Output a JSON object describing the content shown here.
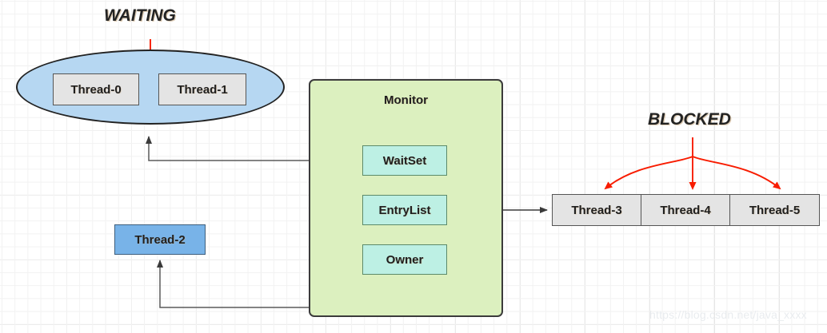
{
  "diagram": {
    "title_waiting": "WAITING",
    "title_blocked": "BLOCKED",
    "watermark": "https://blog.csdn.net/java_xxxx",
    "colors": {
      "waiting_ellipse_fill": "#b6d7f2",
      "monitor_fill": "#dcf0bf",
      "monitor_item_fill": "#bdf0e4",
      "thread_chip_fill": "#e4e4e4",
      "owner_thread_fill": "#78b3e8",
      "arrow_red": "#f81c00",
      "arrow_dark": "#3a3a3a",
      "grid_line": "#e2e2e2"
    }
  },
  "waiting_group": {
    "label": "WAITING",
    "threads": [
      {
        "name": "Thread-0"
      },
      {
        "name": "Thread-1"
      }
    ]
  },
  "monitor": {
    "title": "Monitor",
    "items": [
      {
        "name": "WaitSet"
      },
      {
        "name": "EntryList"
      },
      {
        "name": "Owner"
      }
    ]
  },
  "owner_thread": {
    "name": "Thread-2"
  },
  "blocked_group": {
    "label": "BLOCKED",
    "threads": [
      {
        "name": "Thread-3"
      },
      {
        "name": "Thread-4"
      },
      {
        "name": "Thread-5"
      }
    ]
  }
}
